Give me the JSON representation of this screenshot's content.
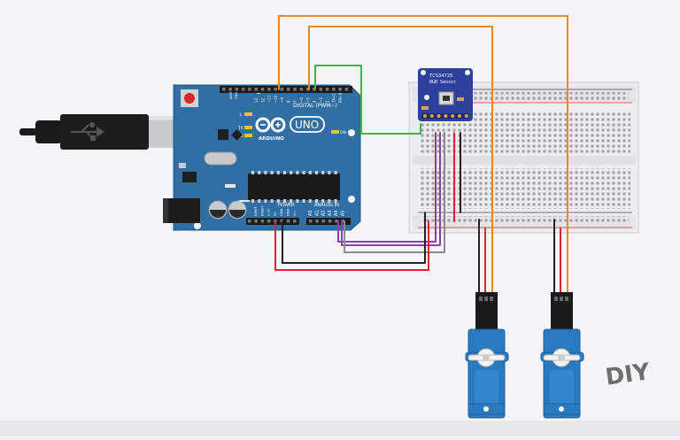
{
  "arduino": {
    "brand": "ARDUINO",
    "model": "UNO",
    "digital_label": "DIGITAL (PWM~)",
    "power_label": "POWER",
    "analog_label": "ANALOG IN",
    "on_label": "ON",
    "led_l": "L",
    "led_tx": "TX",
    "led_rx": "RX",
    "aref": "AREF",
    "gnd": "GND",
    "digital_pins": [
      "13",
      "12",
      "~11",
      "~10",
      "~9",
      "8",
      "7",
      "~6",
      "~5",
      "4",
      "~3",
      "2",
      "TX→1",
      "RX←0"
    ],
    "power_pins": [
      "IOREF",
      "RESET",
      "3.3V",
      "5V",
      "GND",
      "GND",
      "Vin"
    ],
    "analog_pins": [
      "A0",
      "A1",
      "A2",
      "A3",
      "A4",
      "A5"
    ]
  },
  "sensor": {
    "line1": "TCS34725",
    "line2": "RGB Sensor"
  },
  "watermark": "DIY",
  "colors": {
    "board": "#2f6fa3",
    "wire_orange": "#e8891f",
    "wire_green": "#3db54a",
    "wire_purple": "#8b3fae",
    "wire_gray": "#8a8a8a",
    "wire_red": "#d9262c",
    "wire_black": "#222222",
    "servo": "#2a7ac2",
    "sensor": "#2f3f9e"
  }
}
